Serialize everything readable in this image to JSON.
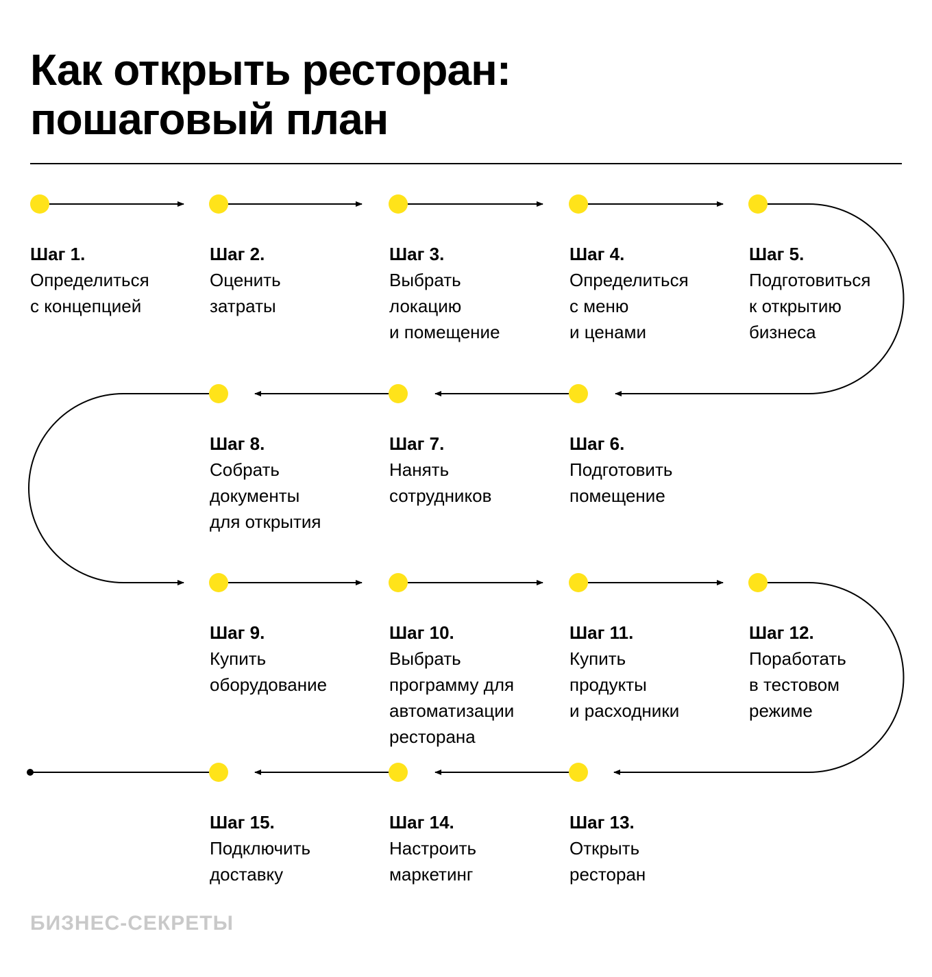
{
  "title": {
    "line1": "Как открыть ресторан:",
    "line2": "пошаговый план"
  },
  "accent_color": "#FFE31A",
  "line_color": "#000000",
  "brand": "БИЗНЕС-СЕКРЕТЫ",
  "steps": [
    {
      "label": "Шаг 1.",
      "text": "Определиться\nс концепцией"
    },
    {
      "label": "Шаг 2.",
      "text": "Оценить\nзатраты"
    },
    {
      "label": "Шаг 3.",
      "text": "Выбрать\nлокацию\nи помещение"
    },
    {
      "label": "Шаг 4.",
      "text": "Определиться\nс меню\nи ценами"
    },
    {
      "label": "Шаг 5.",
      "text": "Подготовиться\nк открытию\nбизнеса"
    },
    {
      "label": "Шаг 6.",
      "text": "Подготовить\nпомещение"
    },
    {
      "label": "Шаг 7.",
      "text": "Нанять\nсотрудников"
    },
    {
      "label": "Шаг 8.",
      "text": "Собрать\nдокументы\nдля открытия"
    },
    {
      "label": "Шаг 9.",
      "text": "Купить\nоборудование"
    },
    {
      "label": "Шаг 10.",
      "text": "Выбрать\nпрограмму для\nавтоматизации\nресторана"
    },
    {
      "label": "Шаг 11.",
      "text": "Купить\nпродукты\nи расходники"
    },
    {
      "label": "Шаг 12.",
      "text": "Поработать\nв тестовом\nрежиме"
    },
    {
      "label": "Шаг 13.",
      "text": "Открыть\nресторан"
    },
    {
      "label": "Шаг 14.",
      "text": "Настроить\nмаркетинг"
    },
    {
      "label": "Шаг 15.",
      "text": "Подключить\nдоставку"
    }
  ]
}
